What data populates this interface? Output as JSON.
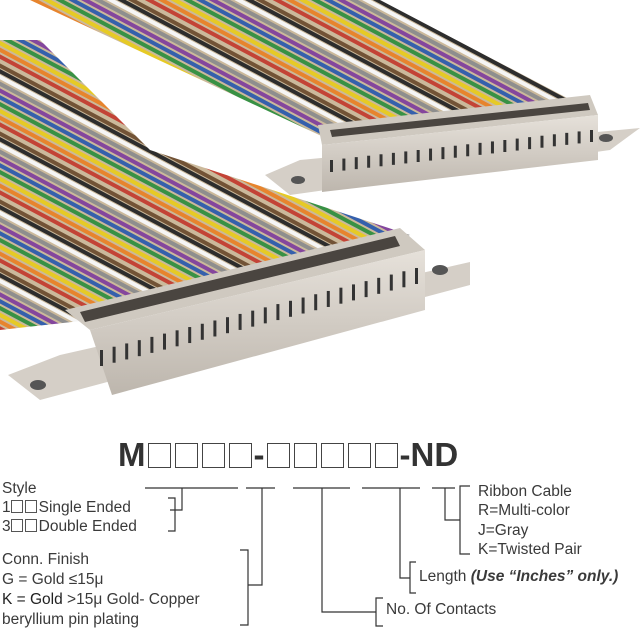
{
  "part_number": {
    "prefix": "M",
    "separator": "-",
    "suffix": "-ND",
    "group1_boxes": 4,
    "group2_boxes": 5
  },
  "style": {
    "heading": "Style",
    "option1_code": "1",
    "option1_label": "Single Ended",
    "option3_code": "3",
    "option3_label": "Double Ended"
  },
  "finish": {
    "heading": "Conn. Finish",
    "g": "G = Gold ≤15μ",
    "k_bold": "K = Gold",
    "k_rest": " >15μ Gold- Copper",
    "k_line2": "beryllium pin plating"
  },
  "contacts": {
    "label": "No. Of Contacts"
  },
  "length": {
    "label": "Length ",
    "note": "(Use “Inches” only.)"
  },
  "cable": {
    "heading": "Ribbon Cable",
    "r": "R=Multi-color",
    "j": "J=Gray",
    "k": "K=Twisted Pair"
  },
  "colors": {
    "text": "#333333",
    "connector": "#d6d0c8",
    "ribbon_base": "#c9b79c"
  }
}
